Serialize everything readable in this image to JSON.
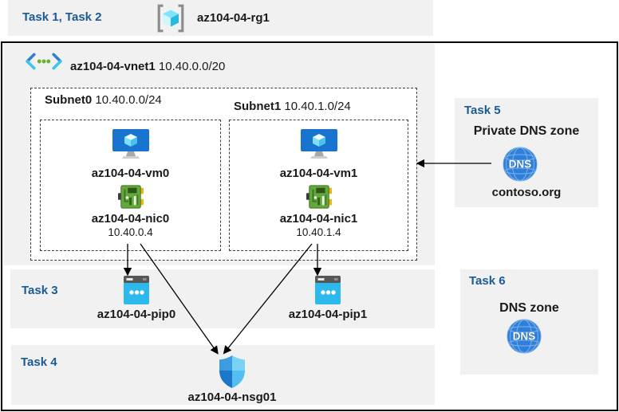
{
  "colors": {
    "band_bg": "#f1f1f1",
    "task_label": "#1a5a96",
    "frame": "#000000"
  },
  "header": {
    "task_label": "Task 1, Task 2",
    "resource_group": "az104-04-rg1"
  },
  "vnet": {
    "name": "az104-04-vnet1",
    "cidr": "10.40.0.0/20"
  },
  "subnets": [
    {
      "name": "Subnet0",
      "cidr": "10.40.0.0/24",
      "vm": {
        "name": "az104-04-vm0"
      },
      "nic": {
        "name": "az104-04-nic0",
        "ip": "10.40.0.4"
      }
    },
    {
      "name": "Subnet1",
      "cidr": "10.40.1.0/24",
      "vm": {
        "name": "az104-04-vm1"
      },
      "nic": {
        "name": "az104-04-nic1",
        "ip": "10.40.1.4"
      }
    }
  ],
  "task3": {
    "label": "Task 3",
    "public_ips": [
      "az104-04-pip0",
      "az104-04-pip1"
    ]
  },
  "task4": {
    "label": "Task 4",
    "nsg": "az104-04-nsg01"
  },
  "task5": {
    "label": "Task 5",
    "title": "Private DNS zone",
    "zone": "contoso.org"
  },
  "task6": {
    "label": "Task 6",
    "title": "DNS zone"
  },
  "icons": {
    "resource_group": "resource-group-icon",
    "vnet": "virtual-network-icon",
    "vm": "virtual-machine-icon",
    "nic": "network-interface-icon",
    "public_ip": "public-ip-icon",
    "nsg": "network-security-group-icon",
    "dns": "dns-zone-icon"
  }
}
